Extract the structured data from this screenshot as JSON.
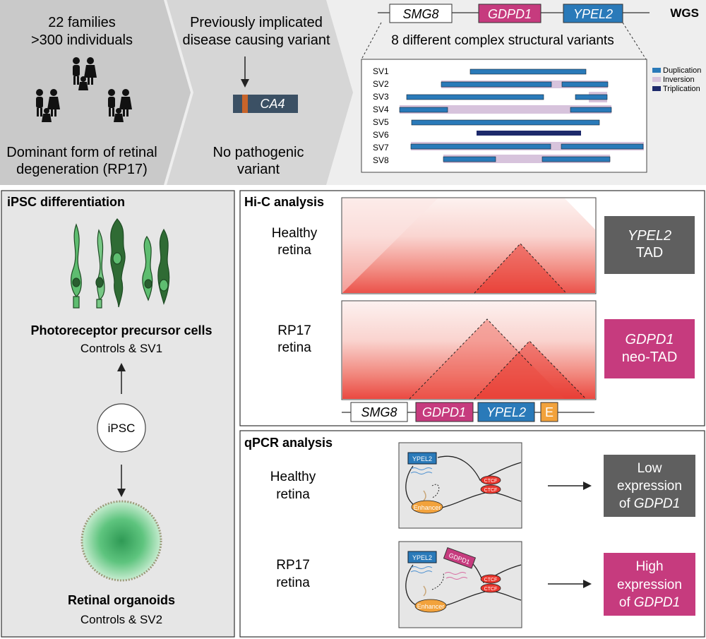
{
  "top": {
    "families": {
      "line1": "22 families",
      "line2": ">300 individuals",
      "bottom1": "Dominant form of retinal",
      "bottom2": "degeneration (RP17)",
      "icon": "family-pedigree-icon"
    },
    "variant": {
      "line1": "Previously implicated",
      "line2": "disease causing variant",
      "gene": "CA4",
      "bottom1": "No pathogenic",
      "bottom2": "variant"
    },
    "wgs": {
      "label": "WGS",
      "genes": [
        "SMG8",
        "GDPD1",
        "YPEL2"
      ],
      "subtitle": "8 different complex structural variants",
      "sv_labels": [
        "SV1",
        "SV2",
        "SV3",
        "SV4",
        "SV5",
        "SV6",
        "SV7",
        "SV8"
      ],
      "legend": [
        "Duplication",
        "Inversion",
        "Triplication"
      ]
    }
  },
  "ipsc": {
    "title": "iPSC differentiation",
    "cells_label": "Photoreceptor precursor cells",
    "cells_sub": "Controls & SV1",
    "center": "iPSC",
    "organoids_label": "Retinal organoids",
    "organoids_sub": "Controls & SV2"
  },
  "hic": {
    "title": "Hi-C analysis",
    "healthy1": "Healthy",
    "healthy2": "retina",
    "rp1": "RP17",
    "rp2": "retina",
    "box1_line1": "YPEL2",
    "box1_line2": "TAD",
    "box2_line1": "GDPD1",
    "box2_line2": "neo-TAD",
    "genes": [
      "SMG8",
      "GDPD1",
      "YPEL2",
      "E"
    ]
  },
  "qpcr": {
    "title": "qPCR analysis",
    "healthy1": "Healthy",
    "healthy2": "retina",
    "rp1": "RP17",
    "rp2": "retina",
    "ypel2": "YPEL2",
    "gdpd1": "GDPD1",
    "ctcf": "CTCF",
    "enhancer": "Enhancer",
    "low1": "Low",
    "low2": "expression",
    "low3": "of",
    "low_gene": "GDPD1",
    "high1": "High",
    "high2": "expression",
    "high3": "of",
    "high_gene": "GDPD1"
  },
  "colors": {
    "duplication": "#2a7ab9",
    "inversion": "#d7c3dc",
    "triplication": "#1d2a6b",
    "gdpd1": "#c63b7e",
    "ypel2": "#2a7ab9",
    "enhancer_box": "#f2a23c",
    "grey_box": "#5f5f5f",
    "panel_bg": "#e6e6e6"
  }
}
